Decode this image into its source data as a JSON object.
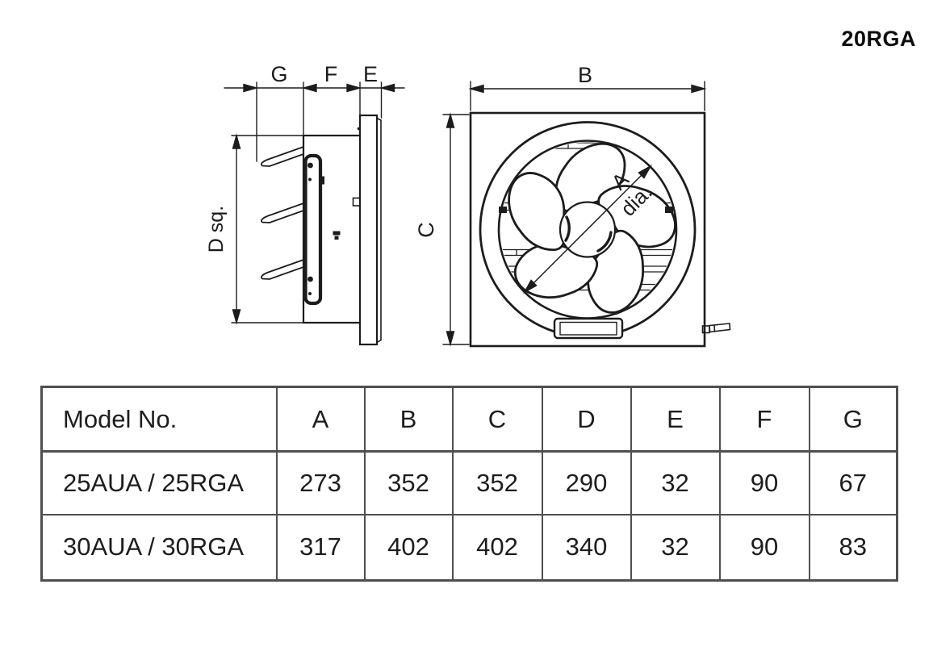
{
  "header": {
    "title": "20RGA"
  },
  "drawing": {
    "side_view": {
      "labels": {
        "g": "G",
        "f": "F",
        "e": "E",
        "d": "D sq."
      }
    },
    "front_view": {
      "labels": {
        "b": "B",
        "c": "C",
        "a_line1": "A",
        "a_line2": "dia."
      }
    }
  },
  "table": {
    "headers": [
      "Model No.",
      "A",
      "B",
      "C",
      "D",
      "E",
      "F",
      "G"
    ],
    "rows": [
      [
        "25AUA / 25RGA",
        "273",
        "352",
        "352",
        "290",
        "32",
        "90",
        "67"
      ],
      [
        "30AUA / 30RGA",
        "317",
        "402",
        "402",
        "340",
        "32",
        "90",
        "83"
      ]
    ]
  },
  "colors": {
    "line": "#1c1c1c",
    "table_border": "#4f4f4f",
    "text": "#1d1d1d",
    "background": "#ffffff"
  }
}
